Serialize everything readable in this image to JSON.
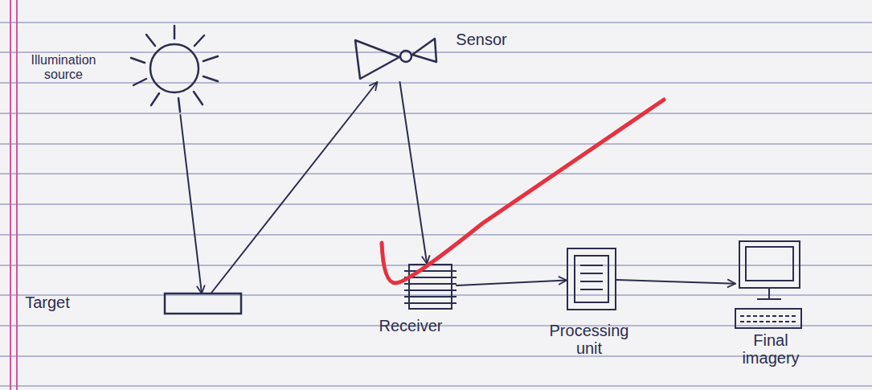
{
  "diagram": {
    "nodes": [
      {
        "text": [
          "Illumination source"
        ]
      },
      {
        "text": [
          "Sensor"
        ]
      },
      {
        "text": [
          "Target"
        ]
      },
      {
        "text": [
          "Receiver"
        ]
      },
      {
        "text": [
          "Processing unit"
        ]
      },
      {
        "text": [
          "Final imagery"
        ]
      }
    ],
    "edges": [
      {
        "from": 0,
        "to": 2,
        "arrow": "to"
      },
      {
        "from": 2,
        "to": 1,
        "arrow": "to"
      },
      {
        "from": 1,
        "to": 3,
        "arrow": "to"
      },
      {
        "from": 3,
        "to": 4,
        "arrow": "to"
      },
      {
        "from": 4,
        "to": 5,
        "arrow": "to"
      }
    ]
  }
}
